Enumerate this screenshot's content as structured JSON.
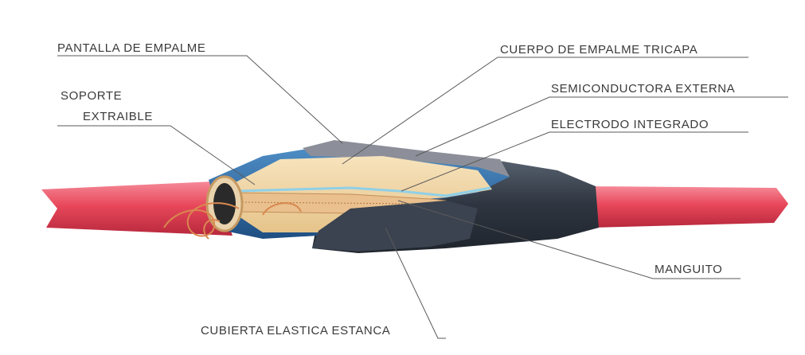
{
  "labels": {
    "pantalla": "PANTALLA DE EMPALME",
    "soporte_1": "SOPORTE",
    "soporte_2": "EXTRAIBLE",
    "cuerpo": "CUERPO DE EMPALME TRICAPA",
    "semicond": "SEMICONDUCTORA EXTERNA",
    "electrodo": "ELECTRODO INTEGRADO",
    "manguito": "MANGUITO",
    "cubierta": "CUBIERTA ELASTICA ESTANCA"
  },
  "colors": {
    "cable": "#e8475a",
    "cable_dark": "#b8283c",
    "jacket": "#2e3540",
    "jacket_light": "#4b5563",
    "blue_layer": "#2f6fa8",
    "body": "#f0d3a0",
    "body_light": "#f7e3bd",
    "grey_screen": "#8c8f99",
    "copper": "#d9884f",
    "leader": "#5a5a5a"
  }
}
